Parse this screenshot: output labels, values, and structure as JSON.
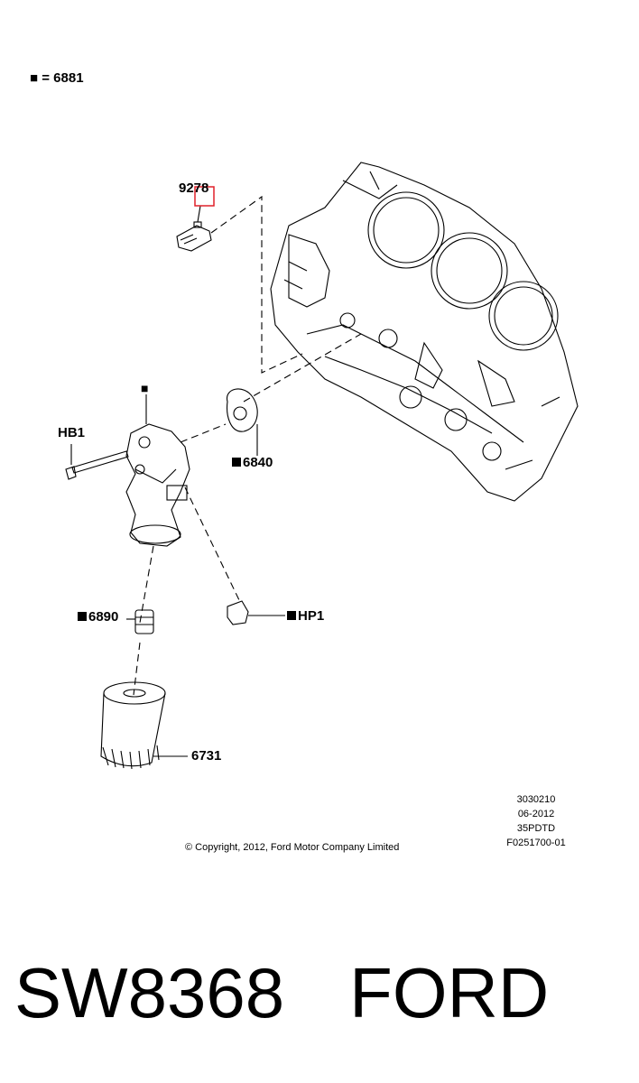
{
  "legend": {
    "marker": "■",
    "text": "= 6881"
  },
  "labels": {
    "p9278": "9278",
    "top_marker": "■",
    "hb1": "HB1",
    "p6840": "6840",
    "p6890": "6890",
    "hp1": "HP1",
    "p6731": "6731"
  },
  "codes": [
    "3030210",
    "06-2012",
    "35PDTD",
    "F0251700-01"
  ],
  "copyright": "© Copyright, 2012, Ford Motor Company Limited",
  "caption": {
    "part_number": "SW8368",
    "brand": "FORD"
  },
  "highlight_color": "#e0202a"
}
